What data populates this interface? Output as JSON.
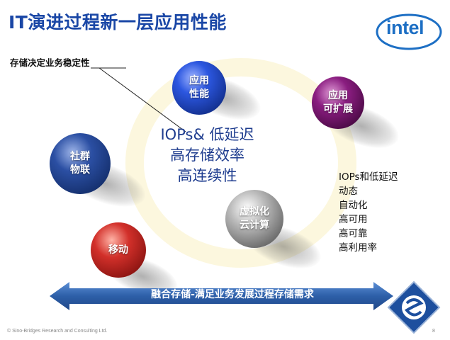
{
  "slide": {
    "title": "IT演进过程新一层应用性能",
    "callout": "存储决定业务稳定性",
    "center_lines": [
      "IOPs& 低延迟",
      "高存储效率",
      "高连续性"
    ],
    "right_list": [
      "IOPs和低延迟",
      "动态",
      "自动化",
      "高可用",
      "高可靠",
      "高利用率"
    ],
    "arrow_label": "融合存储-满足业务发展过程存储需求",
    "footer": "© Sino-Bridges  Research and Consulting Ltd.",
    "page_number": "8"
  },
  "spheres": {
    "app_performance": "应用\n性能",
    "app_scaling": "应用\n可扩展",
    "social_iot": "社群\n物联",
    "virtualization": "虚拟化\n云计算",
    "mobile": "移动"
  },
  "logos": {
    "intel": "intel"
  },
  "colors": {
    "title_blue": "#1a47a6",
    "sphere_blue": "#1f47c9",
    "sphere_purple": "#7a1470",
    "sphere_navy": "#1d3f8c",
    "sphere_gray": "#9a9a9a",
    "sphere_red": "#c2221f",
    "arrow_blue": "#2d5fa8"
  }
}
